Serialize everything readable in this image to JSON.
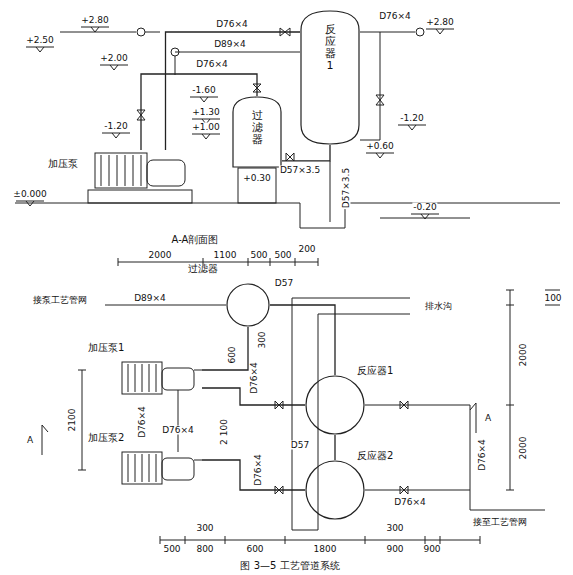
{
  "diagram": {
    "caption": "图 3—5 工艺管道系统",
    "nodes": [
      {
        "text": [
          "加压泵"
        ]
      },
      {
        "text": [
          "过滤器"
        ]
      },
      {
        "text": [
          "反应器1"
        ]
      },
      {
        "text": [
          "过滤器"
        ]
      },
      {
        "text": [
          "加压泵1"
        ]
      },
      {
        "text": [
          "加压泵2"
        ]
      },
      {
        "text": [
          "反应器1"
        ]
      },
      {
        "text": [
          "反应器2"
        ]
      }
    ],
    "edges": [
      {
        "from": 0,
        "to": 2,
        "arrow": "none"
      },
      {
        "from": 1,
        "to": 2,
        "arrow": "none"
      },
      {
        "from": 0,
        "to": 1,
        "arrow": "none"
      },
      {
        "from": 3,
        "to": 4,
        "arrow": "none"
      },
      {
        "from": 4,
        "to": 6,
        "arrow": "none"
      },
      {
        "from": 5,
        "to": 7,
        "arrow": "none"
      },
      {
        "from": 6,
        "to": 7,
        "arrow": "none"
      },
      {
        "from": 3,
        "to": 6,
        "arrow": "none"
      }
    ],
    "labels": [
      "+2.80",
      "+2.50",
      "+2.00",
      "D76×4",
      "D89×4",
      "D76×4",
      "-1.60",
      "+1.30",
      "+1.00",
      "-1.20",
      "+0.30",
      "D57×3.5",
      "D57×3.5",
      "+0.60",
      "-1.20",
      "D76×4",
      "+2.80",
      "±0.000",
      "-0.20",
      "A-A剖面图",
      "2000",
      "1100",
      "500",
      "500",
      "200",
      "D57",
      "接泵工艺管网",
      "D89×4",
      "100",
      "排水沟",
      "300",
      "600",
      "D76×4",
      "D76×4",
      "2100",
      "D76×4",
      "2 100",
      "D57",
      "D76×4",
      "D76×4",
      "2000",
      "2000",
      "A",
      "A",
      "D76×4",
      "接至工艺管网",
      "500",
      "800",
      "600",
      "1800",
      "900",
      "900",
      "300",
      "300"
    ]
  }
}
